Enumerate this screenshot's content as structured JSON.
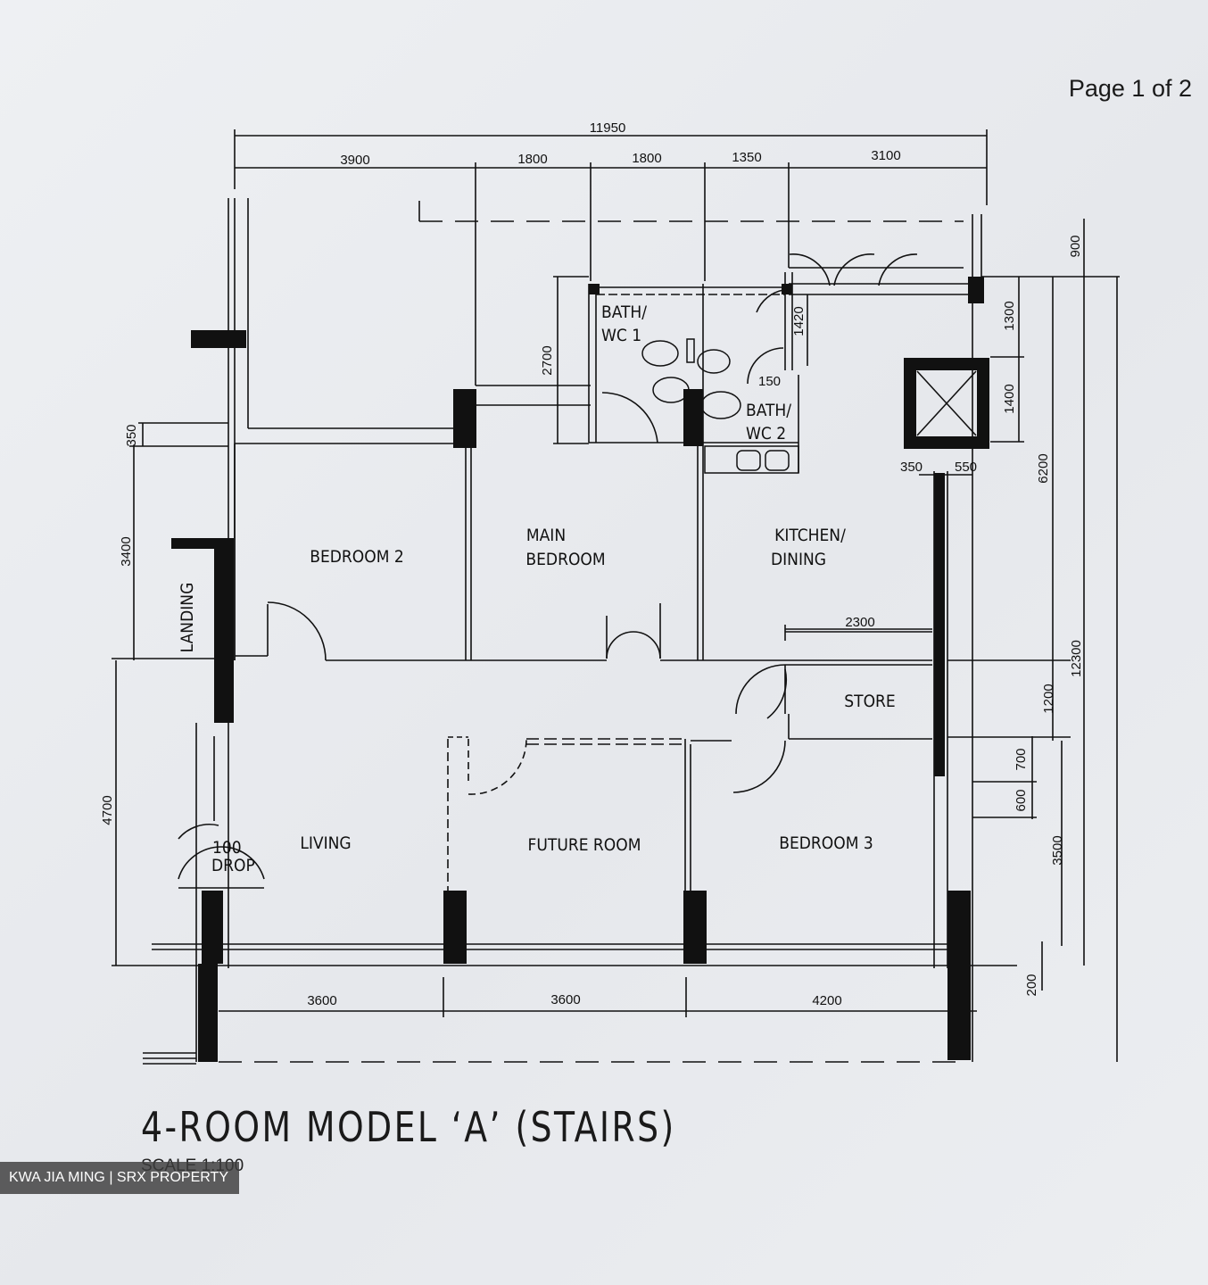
{
  "header": {
    "page_number": "Page 1 of 2"
  },
  "plan": {
    "title": "4-ROOM MODEL ‘A’ (STAIRS)",
    "scale": "SCALE    1:100",
    "rooms": {
      "bedroom_2": "BEDROOM 2",
      "main_bedroom_1": "MAIN",
      "main_bedroom_2": "BEDROOM",
      "kitchen_1": "KITCHEN/",
      "kitchen_2": "DINING",
      "bath1_1": "BATH/",
      "bath1_2": "WC  1",
      "bath2_1": "BATH/",
      "bath2_2": "WC  2",
      "landing": "LANDING",
      "living": "LIVING",
      "future_room": "FUTURE ROOM",
      "bedroom_3": "BEDROOM  3",
      "store": "STORE",
      "drop_1": "100",
      "drop_2": "DROP"
    },
    "dimensions": {
      "top_total": "11950",
      "top_1": "3900",
      "top_2": "1800",
      "top_3": "1800",
      "top_4": "1350",
      "top_5": "3100",
      "bottom_1": "3600",
      "bottom_2": "3600",
      "bottom_3": "4200",
      "left_1": "350",
      "left_2": "3400",
      "left_3": "4700",
      "right_900": "900",
      "right_1300": "1300",
      "right_1400": "1400",
      "right_6200": "6200",
      "right_12300": "12300",
      "right_1200": "1200",
      "right_700": "700",
      "right_600": "600",
      "right_3500": "3500",
      "right_200": "200",
      "bath_2700": "2700",
      "bath_1420": "1420",
      "bath_150": "150",
      "lift_350": "350",
      "lift_550": "550",
      "store_2300": "2300"
    }
  },
  "watermark": "KWA JIA MING | SRX PROPERTY"
}
